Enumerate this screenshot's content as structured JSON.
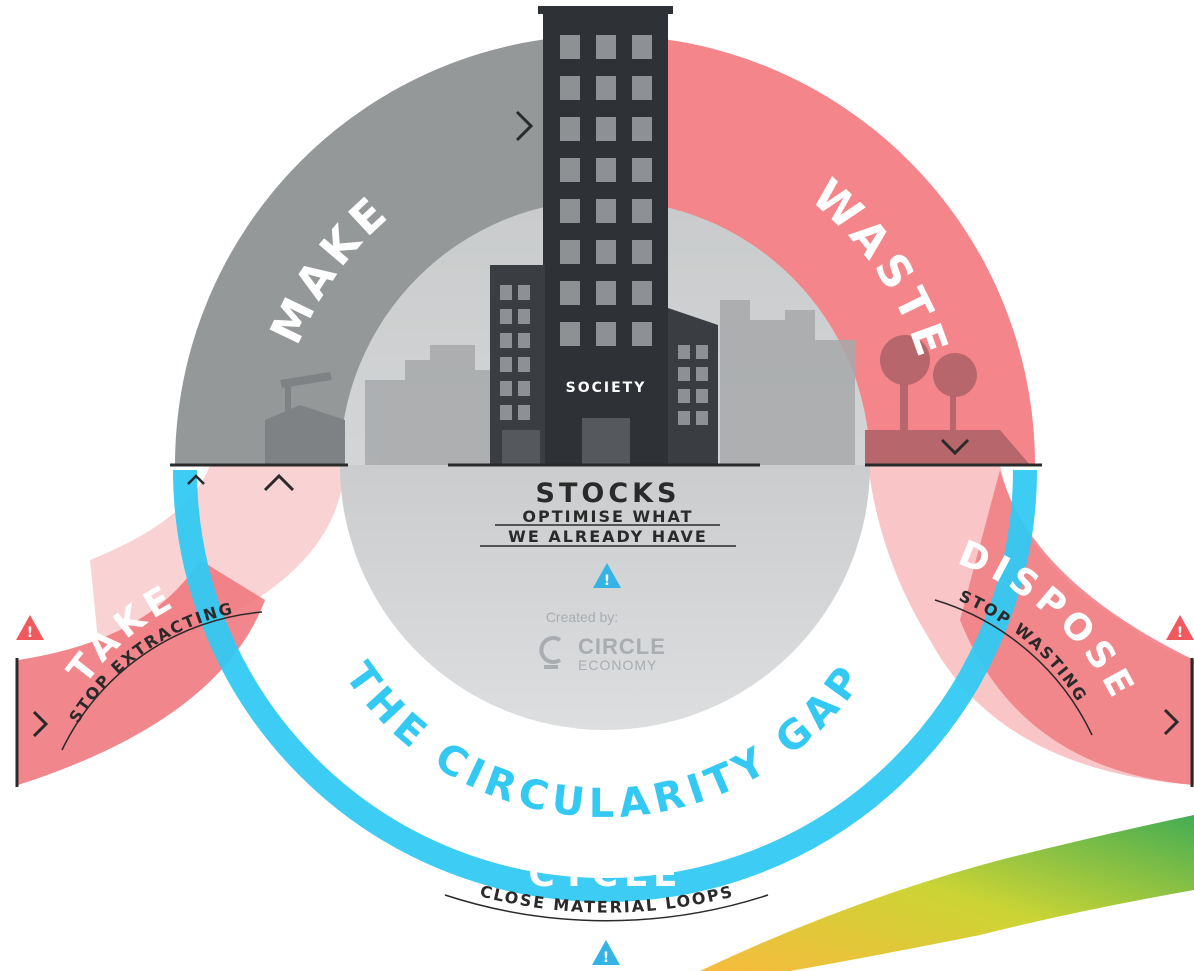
{
  "stages": {
    "make": "MAKE",
    "waste": "WASTE",
    "take": "TAKE",
    "dispose": "DISPOSE",
    "stocks": "STOCKS",
    "cycle": "CYCLE"
  },
  "actions": {
    "take": "STOP EXTRACTING",
    "dispose": "STOP WASTING",
    "stocks_line1": "OPTIMISE WHAT",
    "stocks_line2": "WE ALREADY HAVE",
    "cycle": "CLOSE MATERIAL LOOPS"
  },
  "building_label": "SOCIETY",
  "gap_label": "THE CIRCULARITY GAP",
  "credit": {
    "created_by": "Created by:",
    "org_line1": "CIRCLE",
    "org_line2": "ECONOMY"
  },
  "colors": {
    "make_gray": "#959899",
    "waste_red": "#f4858a",
    "take_red": "#f07a80",
    "light_pink": "#f9d3d4",
    "cycle_blue": "#33c9f2",
    "stocks_gray": "#c4c6c8",
    "building": "#2e3135",
    "warning": "#f05a5f"
  },
  "icons": {
    "warning": "warning-triangle-icon",
    "arrow": "chevron-icon"
  }
}
